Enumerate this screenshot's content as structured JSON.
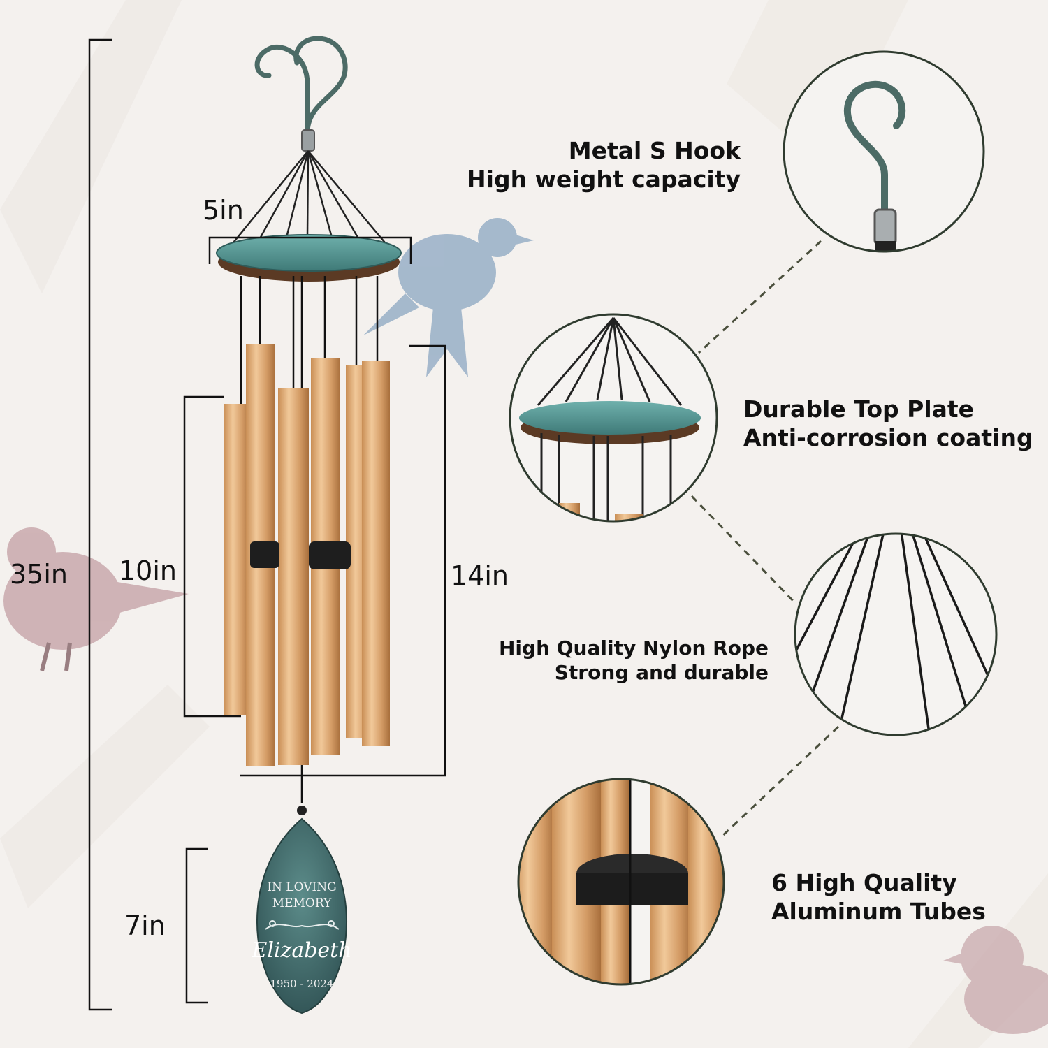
{
  "dimensions": {
    "overall_length": "35in",
    "top_plate_diameter": "5in",
    "shortest_tube": "10in",
    "longest_tube": "14in",
    "sail_length": "7in"
  },
  "features": [
    {
      "line1": "Metal  S Hook",
      "line2": "High weight capacity"
    },
    {
      "line1": "Durable Top Plate",
      "line2": "Anti-corrosion coating"
    },
    {
      "line1": "High Quality Nylon Rope",
      "line2": "Strong and durable"
    },
    {
      "line1": "6 High Quality",
      "line2": "Aluminum Tubes"
    }
  ],
  "memorial_sail": {
    "line1": "IN LOVING",
    "line2": "MEMORY",
    "name": "Elizabeth",
    "years": "1950 - 2024"
  },
  "colors": {
    "background": "#f4f1ee",
    "tube_gold": "#d9a772",
    "plate_teal": "#5e9c9a",
    "circle_border": "#2f3b2f",
    "bird_blue": "#9db3c9",
    "bird_pink": "#c9a9ad"
  }
}
